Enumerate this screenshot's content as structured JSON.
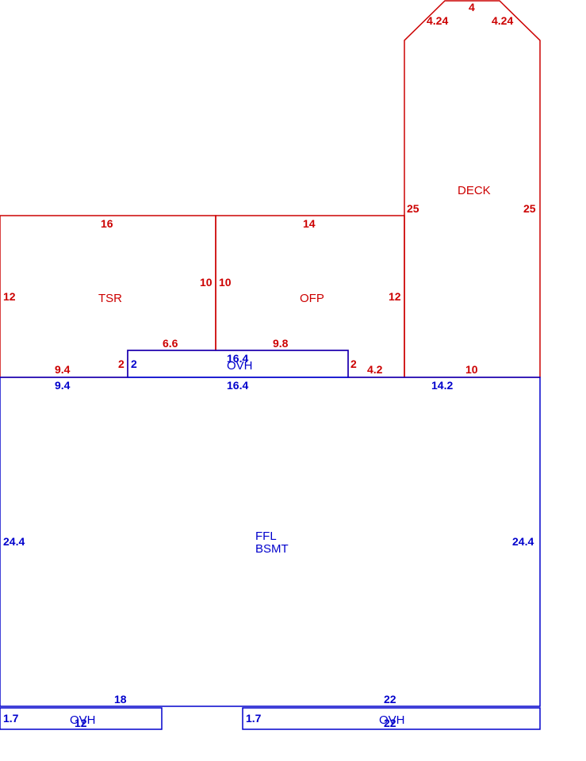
{
  "colors": {
    "red": "#cc0000",
    "blue": "#0000cc"
  },
  "areas": {
    "tsr": {
      "label": "TSR",
      "color": "red",
      "dims": [
        "16",
        "12",
        "10",
        "6.6",
        "2",
        "9.4"
      ]
    },
    "ofp": {
      "label": "OFP",
      "color": "red",
      "dims": [
        "14",
        "10",
        "12",
        "9.8",
        "2",
        "4.2"
      ]
    },
    "deck": {
      "label": "DECK",
      "color": "red",
      "dims": [
        "4",
        "4.24",
        "4.24",
        "25",
        "25",
        "10"
      ]
    },
    "ovh_top": {
      "label": "OVH",
      "color": "blue",
      "dims": [
        "16.4",
        "2"
      ]
    },
    "bsmt": {
      "label_line1": "FFL",
      "label_line2": "BSMT",
      "color": "blue",
      "dims": [
        "9.4",
        "16.4",
        "14.2",
        "24.4",
        "24.4",
        "18",
        "22"
      ]
    },
    "ovh_left": {
      "label": "OVH",
      "color": "blue",
      "dims": [
        "1.7",
        "12"
      ]
    },
    "ovh_right": {
      "label": "OVH",
      "color": "blue",
      "dims": [
        "1.7",
        "22"
      ]
    }
  }
}
